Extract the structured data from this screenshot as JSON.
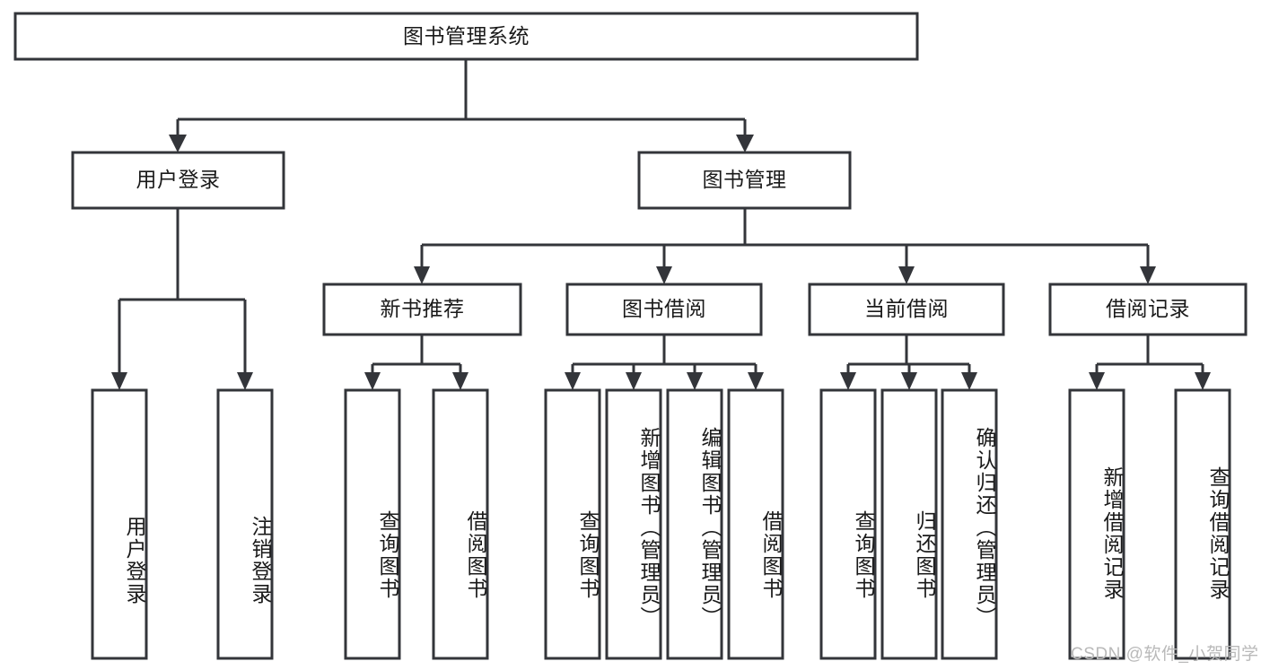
{
  "diagram": {
    "title": "图书管理系统",
    "type": "tree-hierarchy-chart",
    "watermark": "CSDN @软件_小贺同学",
    "colors": {
      "stroke": "#33353a",
      "fill": "#ffffff",
      "text": "#1a1a1a",
      "watermark": "#b9b9b9"
    },
    "nodes": {
      "root": {
        "label": "图书管理系统",
        "level": 1,
        "orientation": "horizontal"
      },
      "l2": [
        {
          "id": "user-login",
          "label": "用户登录",
          "level": 2,
          "orientation": "horizontal"
        },
        {
          "id": "book-manage",
          "label": "图书管理",
          "level": 2,
          "orientation": "horizontal"
        }
      ],
      "l3": [
        {
          "id": "new-book-recommend",
          "label": "新书推荐",
          "level": 3,
          "orientation": "horizontal"
        },
        {
          "id": "book-borrow",
          "label": "图书借阅",
          "level": 3,
          "orientation": "horizontal"
        },
        {
          "id": "current-borrow",
          "label": "当前借阅",
          "level": 3,
          "orientation": "horizontal"
        },
        {
          "id": "borrow-record",
          "label": "借阅记录",
          "level": 3,
          "orientation": "horizontal"
        }
      ],
      "leaves": [
        {
          "id": "leaf-user-login",
          "label": "用户登录",
          "parent": "user-login",
          "orientation": "vertical"
        },
        {
          "id": "leaf-user-logout",
          "label": "注销登录",
          "parent": "user-login",
          "orientation": "vertical"
        },
        {
          "id": "leaf-query-book-1",
          "label": "查询图书",
          "parent": "new-book-recommend",
          "orientation": "vertical"
        },
        {
          "id": "leaf-borrow-book-1",
          "label": "借阅图书",
          "parent": "new-book-recommend",
          "orientation": "vertical"
        },
        {
          "id": "leaf-query-book-2",
          "label": "查询图书",
          "parent": "book-borrow",
          "orientation": "vertical"
        },
        {
          "id": "leaf-add-book",
          "label": "新增图书（管理员）",
          "parent": "book-borrow",
          "orientation": "vertical"
        },
        {
          "id": "leaf-edit-book",
          "label": "编辑图书（管理员）",
          "parent": "book-borrow",
          "orientation": "vertical"
        },
        {
          "id": "leaf-borrow-book-2",
          "label": "借阅图书",
          "parent": "book-borrow",
          "orientation": "vertical"
        },
        {
          "id": "leaf-query-book-3",
          "label": "查询图书",
          "parent": "current-borrow",
          "orientation": "vertical"
        },
        {
          "id": "leaf-return-book",
          "label": "归还图书",
          "parent": "current-borrow",
          "orientation": "vertical"
        },
        {
          "id": "leaf-confirm-return",
          "label": "确认归还（管理员）",
          "parent": "current-borrow",
          "orientation": "vertical"
        },
        {
          "id": "leaf-add-record",
          "label": "新增借阅记录",
          "parent": "borrow-record",
          "orientation": "vertical"
        },
        {
          "id": "leaf-query-record",
          "label": "查询借阅记录",
          "parent": "borrow-record",
          "orientation": "vertical"
        }
      ]
    }
  }
}
